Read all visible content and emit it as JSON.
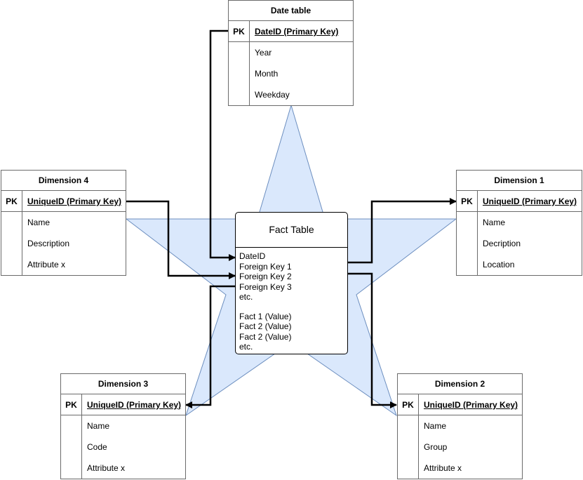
{
  "colors": {
    "star_fill": "#dae8fc",
    "star_stroke": "#6c8ebf",
    "connector": "#000000",
    "table_border": "#6b6b6b"
  },
  "date_table": {
    "title": "Date table",
    "pk_label": "PK",
    "pk_field": "DateID (Primary Key)",
    "fields": [
      "Year",
      "Month",
      "Weekday"
    ]
  },
  "dimension_4": {
    "title": "Dimension 4",
    "pk_label": "PK",
    "pk_field": "UniqueID (Primary Key)",
    "fields": [
      "Name",
      "Description",
      "Attribute x"
    ]
  },
  "dimension_1": {
    "title": "Dimension 1",
    "pk_label": "PK",
    "pk_field": "UniqueID (Primary Key)",
    "fields": [
      "Name",
      "Decription",
      "Location"
    ]
  },
  "dimension_3": {
    "title": "Dimension 3",
    "pk_label": "PK",
    "pk_field": "UniqueID (Primary Key)",
    "fields": [
      "Name",
      "Code",
      "Attribute x"
    ]
  },
  "dimension_2": {
    "title": "Dimension 2",
    "pk_label": "PK",
    "pk_field": "UniqueID (Primary Key)",
    "fields": [
      "Name",
      "Group",
      "Attribute x"
    ]
  },
  "fact_table": {
    "title": "Fact Table",
    "keys": [
      "DateID",
      "Foreign Key 1",
      "Foreign Key 2",
      "Foreign Key 3",
      "etc."
    ],
    "facts": [
      "Fact 1 (Value)",
      "Fact 2 (Value)",
      "Fact 2 (Value)",
      "etc."
    ]
  }
}
